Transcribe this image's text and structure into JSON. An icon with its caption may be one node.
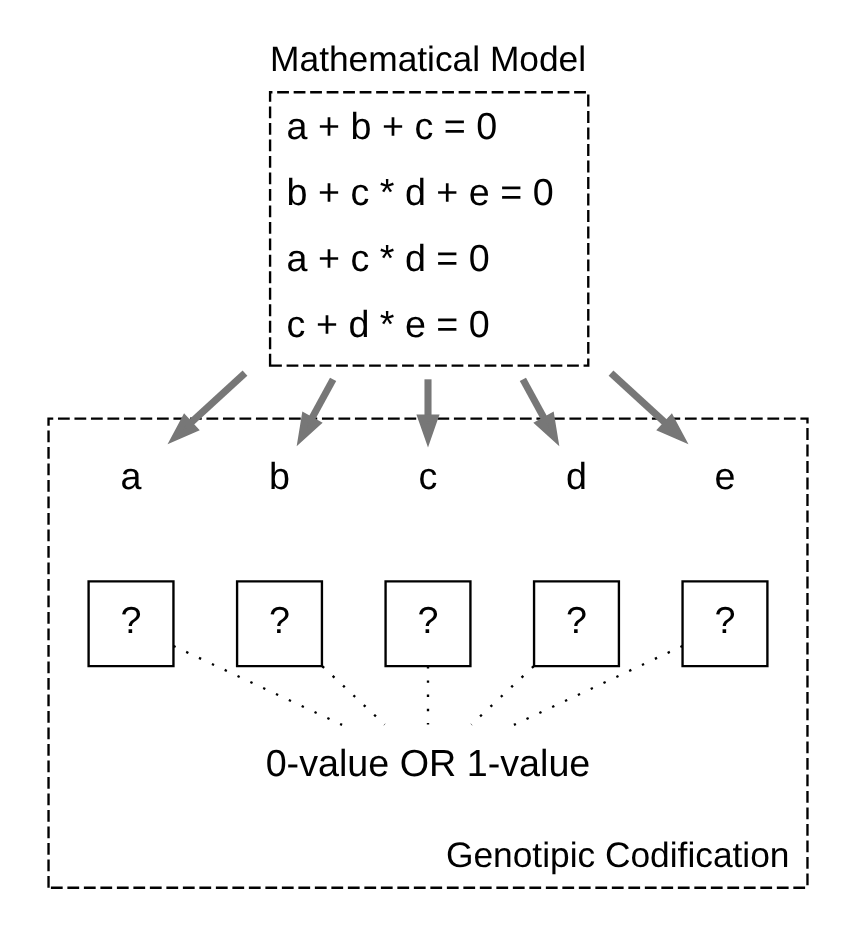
{
  "diagram": {
    "nodes": [
      {
        "text": [
          "Mathematical Model",
          "a + b + c = 0",
          "b + c * d + e = 0",
          "a + c * d = 0",
          "c + d * e = 0"
        ]
      },
      {
        "text": [
          "Genotipic Codification"
        ]
      },
      {
        "text": [
          "a"
        ],
        "in": 1
      },
      {
        "text": [
          "b"
        ],
        "in": 1
      },
      {
        "text": [
          "c"
        ],
        "in": 1
      },
      {
        "text": [
          "d"
        ],
        "in": 1
      },
      {
        "text": [
          "e"
        ],
        "in": 1
      },
      {
        "text": [
          "?"
        ],
        "in": 1
      },
      {
        "text": [
          "?"
        ],
        "in": 1
      },
      {
        "text": [
          "?"
        ],
        "in": 1
      },
      {
        "text": [
          "?"
        ],
        "in": 1
      },
      {
        "text": [
          "?"
        ],
        "in": 1
      },
      {
        "text": [
          "0-value OR 1-value"
        ],
        "in": 1
      }
    ],
    "edges": [
      {
        "from": 0,
        "to": 2,
        "arrow": "to",
        "style": "thick",
        "color": "#777777"
      },
      {
        "from": 0,
        "to": 3,
        "arrow": "to",
        "style": "thick",
        "color": "#777777"
      },
      {
        "from": 0,
        "to": 4,
        "arrow": "to",
        "style": "thick",
        "color": "#777777"
      },
      {
        "from": 0,
        "to": 5,
        "arrow": "to",
        "style": "thick",
        "color": "#777777"
      },
      {
        "from": 0,
        "to": 6,
        "arrow": "to",
        "style": "thick",
        "color": "#777777"
      },
      {
        "from": 7,
        "to": 12,
        "arrow": "none",
        "style": "dashed",
        "color": "#000000"
      },
      {
        "from": 8,
        "to": 12,
        "arrow": "none",
        "style": "dashed",
        "color": "#000000"
      },
      {
        "from": 9,
        "to": 12,
        "arrow": "none",
        "style": "dashed",
        "color": "#000000"
      },
      {
        "from": 10,
        "to": 12,
        "arrow": "none",
        "style": "dashed",
        "color": "#000000"
      },
      {
        "from": 11,
        "to": 12,
        "arrow": "none",
        "style": "dashed",
        "color": "#000000"
      }
    ]
  }
}
